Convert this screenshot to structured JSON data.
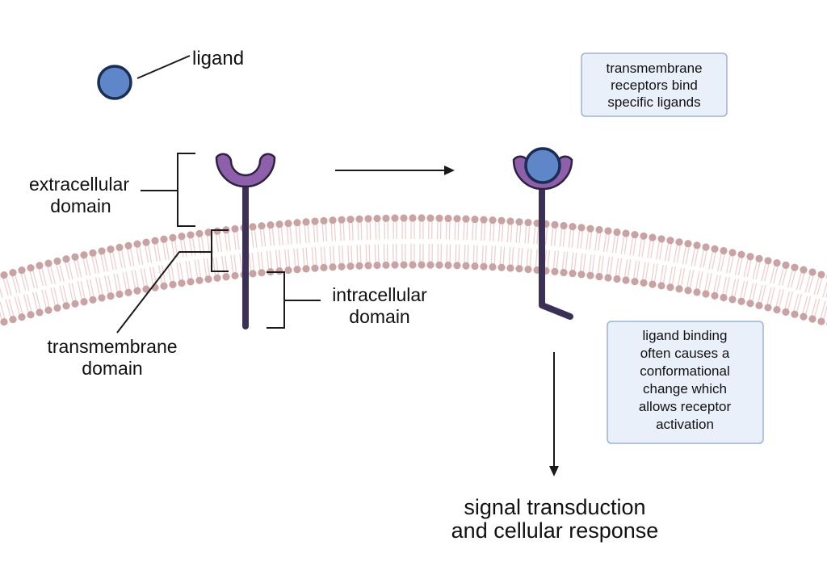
{
  "labels": {
    "ligand": "ligand",
    "extracellular_line1": "extracellular",
    "extracellular_line2": "domain",
    "intracellular_line1": "intracellular",
    "intracellular_line2": "domain",
    "transmembrane_line1": "transmembrane",
    "transmembrane_line2": "domain",
    "signal_line1": "signal transduction",
    "signal_line2": "and cellular response"
  },
  "notes": {
    "top_box": [
      "transmembrane",
      "receptors bind",
      "specific ligands"
    ],
    "bottom_box": [
      "ligand binding",
      "often causes a",
      "conformational",
      "change which",
      "allows receptor",
      "activation"
    ]
  },
  "colors": {
    "receptor_head": "#8e5fab",
    "receptor_stem": "#3b3157",
    "ligand_fill": "#5f86c9",
    "ligand_stroke": "#1a2d55",
    "lipid_head": "#c9a3a3",
    "lipid_tail": "#f1cfcf",
    "note_fill": "#eaf0fa",
    "note_stroke": "#9db2d6",
    "leader_line": "#1a1a1a"
  }
}
